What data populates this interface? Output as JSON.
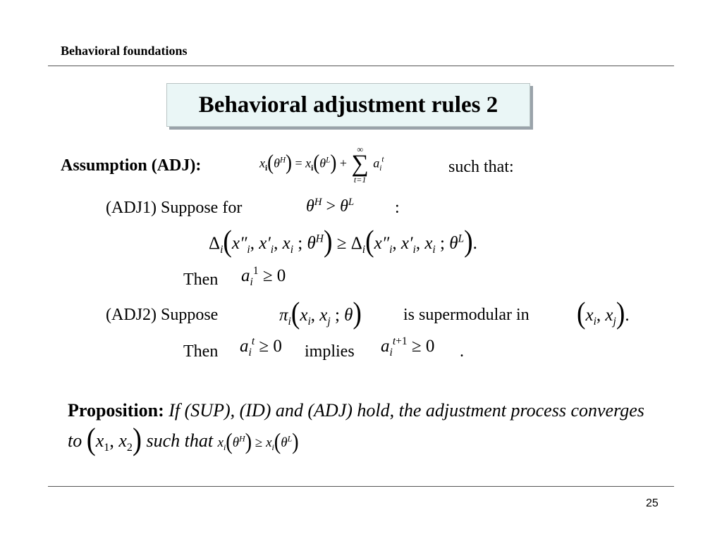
{
  "header": {
    "section": "Behavioral foundations"
  },
  "slide": {
    "title": "Behavioral adjustment rules 2",
    "page_number": "25"
  },
  "assumption": {
    "label_bold": "Assumption",
    "label_tag": "(ADJ):",
    "suffix": "such that:"
  },
  "adj1": {
    "label": "(ADJ1) Suppose for",
    "colon": ":",
    "then": "Then"
  },
  "adj2": {
    "label": "(ADJ2) Suppose",
    "mid": "is supermodular in",
    "then": "Then",
    "implies": "implies",
    "end": "."
  },
  "proposition": {
    "label": "Proposition:",
    "text1": "If (SUP), (ID) and (ADJ) hold, the adjustment process converges to",
    "text2": "such that"
  }
}
